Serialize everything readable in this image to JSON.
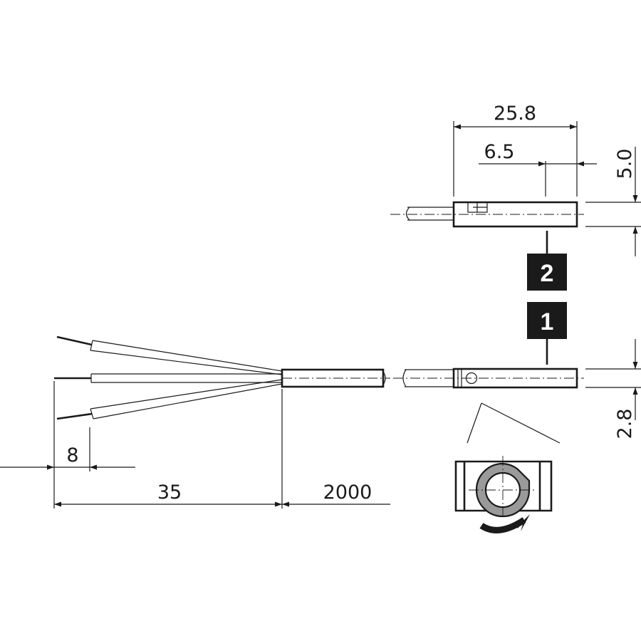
{
  "dimensions": {
    "overall_length": "25.8",
    "sensing_point": "6.5",
    "height_top": "5.0",
    "height_bottom": "2.8",
    "strip_length": "8",
    "wire_length": "35",
    "cable_length": "2000"
  },
  "callouts": {
    "top_variant": "2",
    "bottom_variant": "1"
  },
  "colors": {
    "line": "#1a1a1a",
    "badge": "#1a1a1a",
    "ring": "#9a9a9a"
  },
  "icons": {
    "rotation": "rotation-arrow-icon"
  }
}
